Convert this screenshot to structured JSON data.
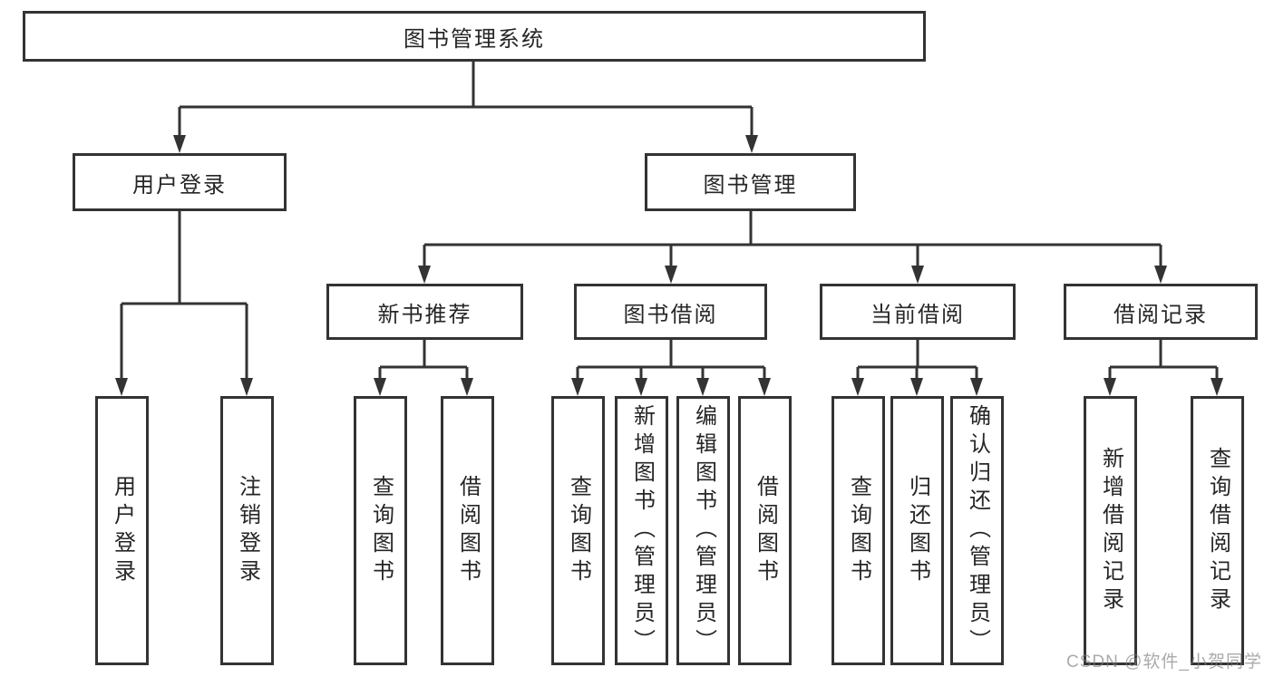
{
  "root": {
    "label": "图书管理系统"
  },
  "level2": [
    {
      "label": "用户登录"
    },
    {
      "label": "图书管理"
    }
  ],
  "level3": [
    {
      "label": "新书推荐",
      "parent": "图书管理"
    },
    {
      "label": "图书借阅",
      "parent": "图书管理"
    },
    {
      "label": "当前借阅",
      "parent": "图书管理"
    },
    {
      "label": "借阅记录",
      "parent": "图书管理"
    }
  ],
  "leaves": [
    {
      "label": "用户登录",
      "parent": "用户登录"
    },
    {
      "label": "注销登录",
      "parent": "用户登录"
    },
    {
      "label": "查询图书",
      "parent": "新书推荐"
    },
    {
      "label": "借阅图书",
      "parent": "新书推荐"
    },
    {
      "label": "查询图书",
      "parent": "图书借阅"
    },
    {
      "label": "新增图书（管理员）",
      "parent": "图书借阅"
    },
    {
      "label": "编辑图书（管理员）",
      "parent": "图书借阅"
    },
    {
      "label": "借阅图书",
      "parent": "图书借阅"
    },
    {
      "label": "查询图书",
      "parent": "当前借阅"
    },
    {
      "label": "归还图书",
      "parent": "当前借阅"
    },
    {
      "label": "确认归还（管理员）",
      "parent": "当前借阅"
    },
    {
      "label": "新增借阅记录",
      "parent": "借阅记录"
    },
    {
      "label": "查询借阅记录",
      "parent": "借阅记录"
    }
  ],
  "watermark": "CSDN @软件_小贺同学",
  "colors": {
    "line": "#333333",
    "box_border": "#333333",
    "box_background": "#ffffff",
    "text": "#262626",
    "watermark": "#7d7d7d"
  }
}
